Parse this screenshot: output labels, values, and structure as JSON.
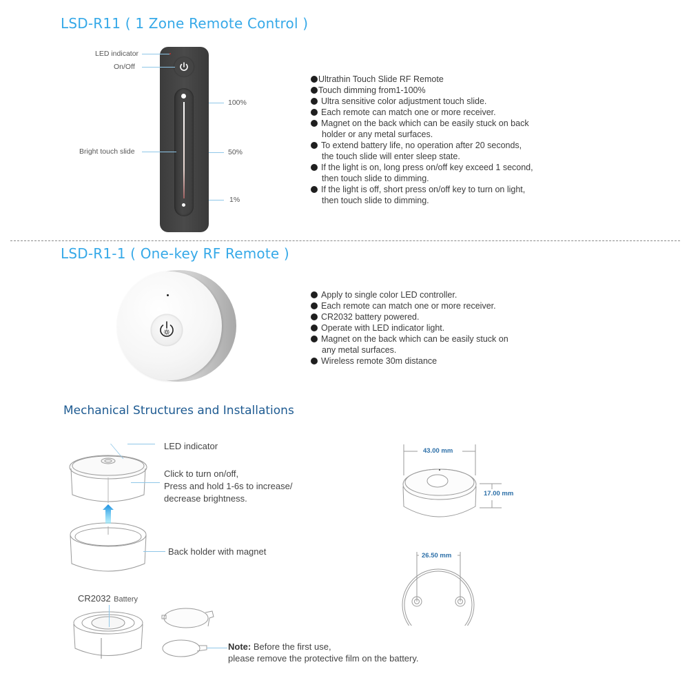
{
  "section1": {
    "title": "LSD-R11 ( 1 Zone Remote Control )",
    "labels": {
      "led_indicator": "LED indicator",
      "on_off": "On/Off",
      "bright_touch_slide": "Bright touch slide",
      "pct_100": "100%",
      "pct_50": "50%",
      "pct_1": "1%"
    },
    "features": [
      "Ultrathin Touch Slide RF Remote",
      "Touch dimming from1-100%",
      "Ultra sensitive color adjustment touch slide.",
      "Each remote can match one or more receiver.",
      "Magnet on the back which can be easily stuck on back holder or any metal surfaces.",
      "To extend battery life, no operation after 20 seconds, the touch slide will enter sleep state.",
      "If the light is on, long press on/off key exceed 1 second, then touch slide to dimming.",
      "If the light is off, short press on/off key to turn on light, then touch slide to dimming."
    ],
    "features_lines": [
      [
        "Ultrathin Touch Slide RF Remote"
      ],
      [
        "Touch dimming from1-100%"
      ],
      [
        "Ultra sensitive color adjustment touch slide."
      ],
      [
        "Each remote can match one or more receiver."
      ],
      [
        "Magnet on the back which can be easily stuck on back",
        "holder or any metal surfaces."
      ],
      [
        "To extend battery life, no operation after 20 seconds,",
        "the touch slide will enter sleep state."
      ],
      [
        "If the light is on, long press on/off key exceed 1 second,",
        "then touch slide to dimming."
      ],
      [
        "If the light is off, short press on/off key to turn on light,",
        "then touch slide to dimming."
      ]
    ]
  },
  "section2": {
    "title": "LSD-R1-1 ( One-key RF Remote )",
    "features_lines": [
      [
        "Apply to single color LED controller."
      ],
      [
        "Each remote can match one or more receiver."
      ],
      [
        "CR2032 battery powered."
      ],
      [
        "Operate with LED indicator light."
      ],
      [
        "Magnet on the back which can be easily stuck on",
        "any metal surfaces."
      ],
      [
        "Wireless remote 30m distance"
      ]
    ]
  },
  "mechanical": {
    "title": "Mechanical Structures and Installations",
    "labels": {
      "led_indicator": "LED indicator",
      "click_line1": "Click to turn on/off,",
      "click_line2": "Press and hold 1-6s to increase/",
      "click_line3": "decrease brightness.",
      "back_holder": "Back holder with magnet",
      "battery_model": "CR2032",
      "battery_word": "Battery",
      "note_label": "Note:",
      "note_line1": " Before the first use,",
      "note_line2": "please remove the protective film on the battery."
    },
    "dimensions": {
      "diameter": "43.00 mm",
      "height": "17.00 mm",
      "hole_spacing": "26.50 mm"
    }
  },
  "colors": {
    "title_blue": "#36a9e8",
    "mech_title_blue": "#1d5a91",
    "dimension_blue": "#2c6fa8",
    "remote_body": "#3f3f3f",
    "arrow_cyan": "#29c6f0"
  }
}
